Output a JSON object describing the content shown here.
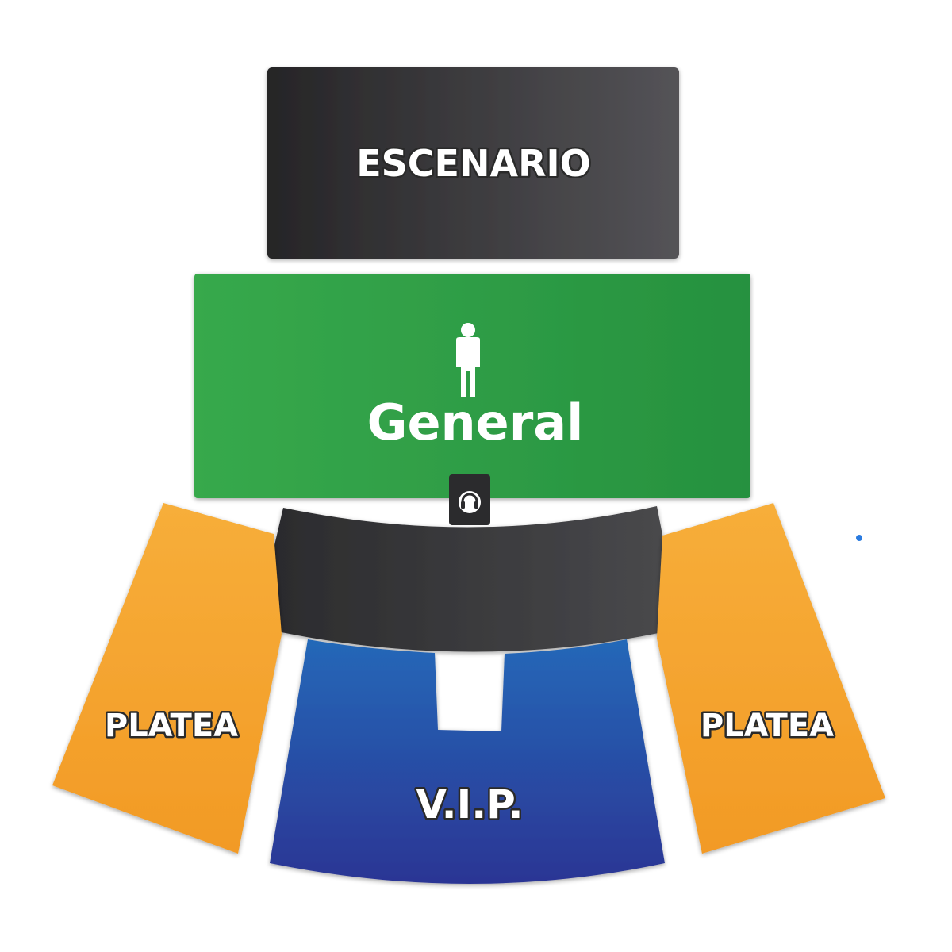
{
  "map": {
    "zones": {
      "stage": {
        "label": "ESCENARIO",
        "color": "#3a393c"
      },
      "general": {
        "label": "General",
        "color": "#2f9e47"
      },
      "control_booth": {
        "label": "",
        "color": "#2e2e30"
      },
      "vip": {
        "label": "V.I.P.",
        "color": "#2a4fb0"
      },
      "platea_left": {
        "label": "PLATEA",
        "color": "#f5a12d"
      },
      "platea_right": {
        "label": "PLATEA",
        "color": "#f5a12d"
      }
    },
    "icons": {
      "person": "person-icon",
      "headphones": "headphones-icon"
    },
    "colors": {
      "background": "#ffffff",
      "dot": "#2a7be0"
    }
  }
}
